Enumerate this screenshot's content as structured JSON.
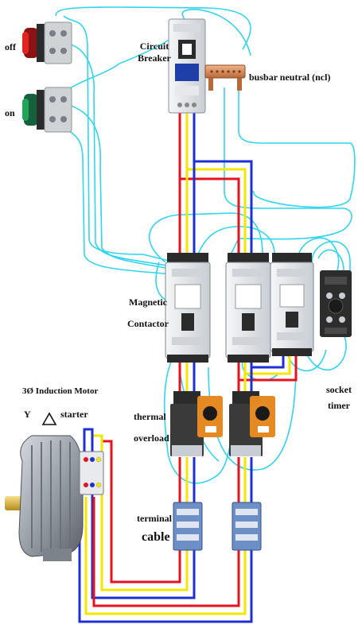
{
  "labels": {
    "off": "off",
    "on": "on",
    "circuit_breaker_1": "Circuit",
    "circuit_breaker_2": "Breaker",
    "busbar": "busbar neutral (ncl)",
    "magnetic_1": "Magnetic",
    "magnetic_2": "Contactor",
    "motor_title": "3Ø Induction Motor",
    "starter_prefix": "Y",
    "starter_word": "starter",
    "thermal_1": "thermal",
    "thermal_2": "overload",
    "terminal_1": "terminal",
    "terminal_2": "cable",
    "socket": "socket",
    "timer": "timer"
  },
  "colors": {
    "phase_red": "#e8121f",
    "phase_yellow": "#f5e600",
    "phase_blue": "#1f2fd6",
    "control_cyan": "#2fd5f2",
    "busbar_copper": "#d98a55",
    "contactor_body": "#eceff2",
    "terminal_blue": "#6c8fc6"
  },
  "icons": {
    "off_button": "pushbutton-red-icon",
    "on_button": "pushbutton-green-icon",
    "delta_symbol": "delta-triangle-icon"
  }
}
